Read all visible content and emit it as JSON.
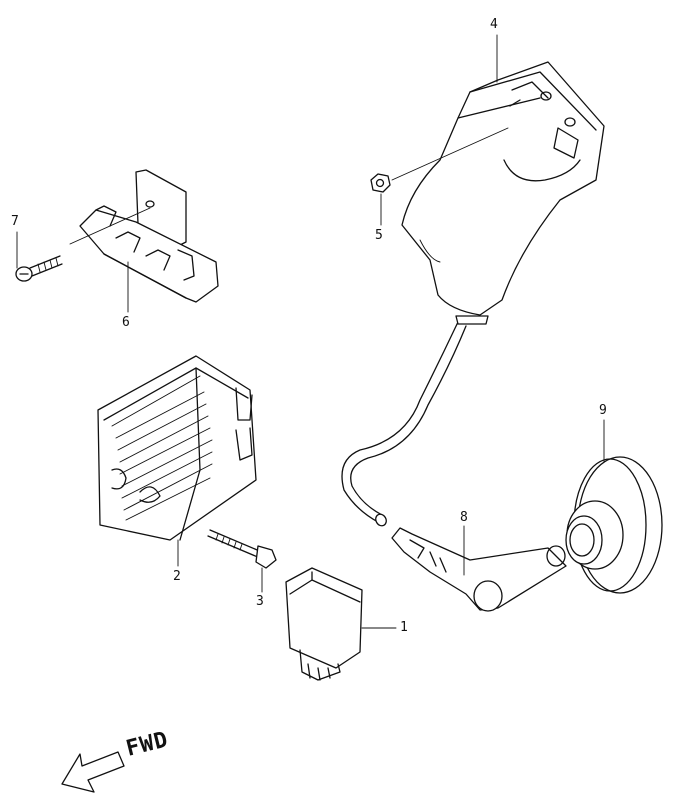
{
  "callouts": {
    "c1": "1",
    "c2": "2",
    "c3": "3",
    "c4": "4",
    "c5": "5",
    "c6": "6",
    "c7": "7",
    "c8": "8",
    "c9": "9"
  },
  "direction": {
    "label": "FWD",
    "icon": "arrow-left-down-icon"
  }
}
